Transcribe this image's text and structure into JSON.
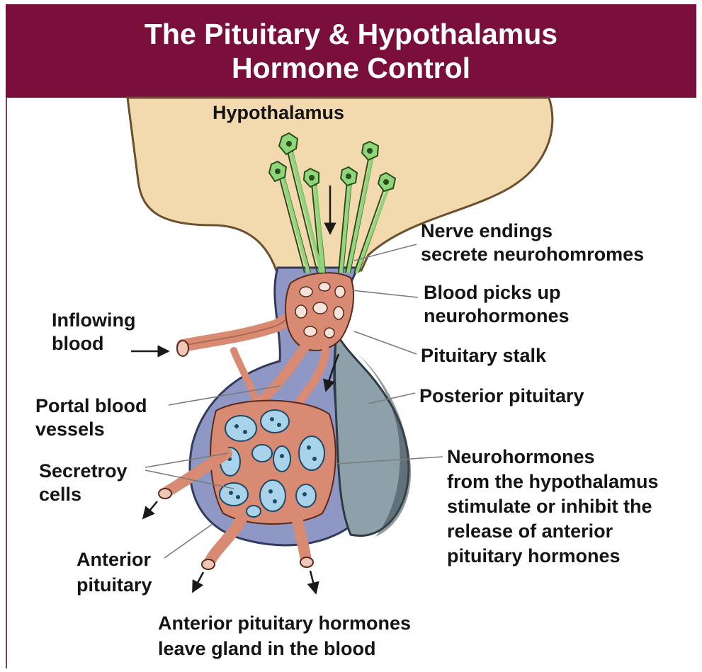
{
  "title": {
    "line1": "The Pituitary & Hypothalamus",
    "line2": "Hormone Control"
  },
  "colors": {
    "title_bg": "#7a0f3c",
    "hypothalamus": "#f3d9ae",
    "pituitary": "#8f97c4",
    "posterior": "#8ea1ab",
    "vessel": "#d98a72",
    "cell_green": "#8fd67a",
    "secretory_cell": "#a9d3ea"
  },
  "labels": {
    "hypothalamus": "Hypothalamus",
    "nerve_endings": [
      "Nerve endings",
      "secrete neurohomromes"
    ],
    "blood_picks_up": [
      "Blood picks up",
      "neurohormones"
    ],
    "pituitary_stalk": "Pituitary stalk",
    "posterior_pituitary": "Posterior pituitary",
    "inflowing_blood": [
      "Inflowing",
      "blood"
    ],
    "portal_vessels": [
      "Portal blood",
      "vessels"
    ],
    "secretory_cells": [
      "Secretroy",
      "cells"
    ],
    "neurohormones_note": [
      "Neurohormones",
      "from the hypothalamus",
      "stimulate or inhibit the",
      "release of anterior",
      "pituitary hormones"
    ],
    "anterior_pituitary": [
      "Anterior",
      "pituitary"
    ],
    "anterior_hormones": [
      "Anterior pituitary hormones",
      "leave gland in the blood"
    ]
  }
}
